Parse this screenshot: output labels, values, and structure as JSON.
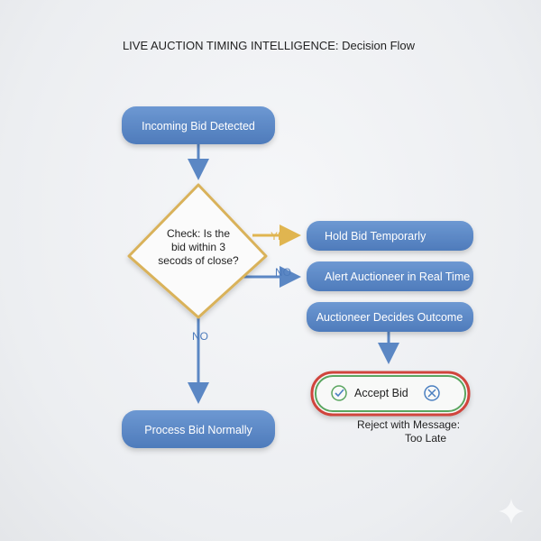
{
  "title": "LIVE AUCTION TIMING INTELLIGENCE: Decision Flow",
  "nodes": {
    "start": "Incoming Bid Detected",
    "decision": [
      "Check: Is the",
      "bid within 3",
      "secods of close?"
    ],
    "hold": "Hold Bid Temporarly",
    "alert": "Alert Auctioneer in Real Time",
    "decides": "Auctioneer Decides Outcome",
    "accept": "Accept Bid",
    "reject": [
      "Reject with Message:",
      "Too Late"
    ],
    "process": "Process Bid Normally"
  },
  "labels": {
    "yes": "YES",
    "no_right": "NO",
    "no_down": "NO"
  },
  "colors": {
    "box": "#5b87c4",
    "gold": "#e0b550",
    "accept_green": "#5aa55f",
    "reject_red": "#d0443e",
    "reject_icon": "#4a7fc0"
  },
  "icons": {
    "accept": "check-circle-icon",
    "reject": "x-circle-icon",
    "watermark": "sparkle-icon"
  }
}
